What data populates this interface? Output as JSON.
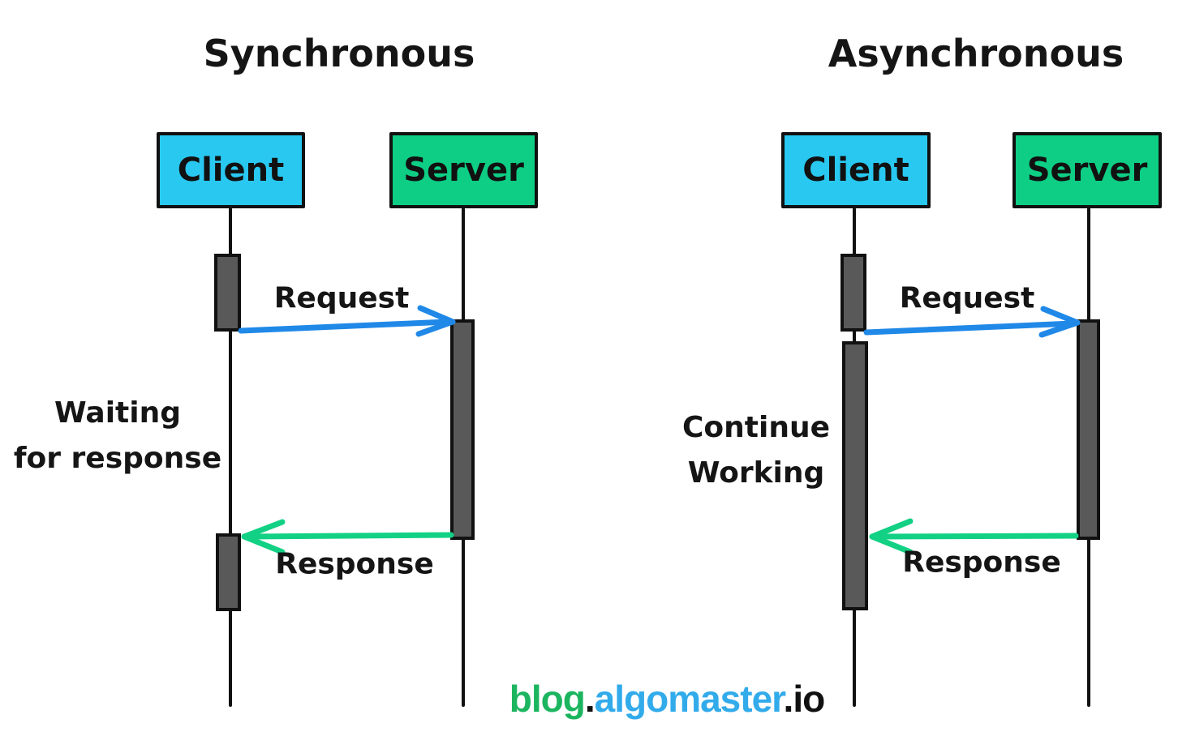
{
  "colors": {
    "client_fill": "#29C8F0",
    "server_fill": "#0DCE84",
    "activation_fill": "#595959",
    "outline": "#111111",
    "request_arrow": "#2089E8",
    "response_arrow": "#12D185",
    "footer_blog": "#1CB55F",
    "footer_algomaster": "#32ABEB",
    "footer_io": "#111111"
  },
  "left_diagram": {
    "title": "Synchronous",
    "client_label": "Client",
    "server_label": "Server",
    "request_label": "Request",
    "response_label": "Response",
    "side_note_line1": "Waiting",
    "side_note_line2": "for response"
  },
  "right_diagram": {
    "title": "Asynchronous",
    "client_label": "Client",
    "server_label": "Server",
    "request_label": "Request",
    "response_label": "Response",
    "side_note_line1": "Continue",
    "side_note_line2": "Working"
  },
  "footer": {
    "blog": "blog",
    "dot1": ".",
    "algomaster": "algomaster",
    "dot2": ".",
    "io": "io"
  }
}
